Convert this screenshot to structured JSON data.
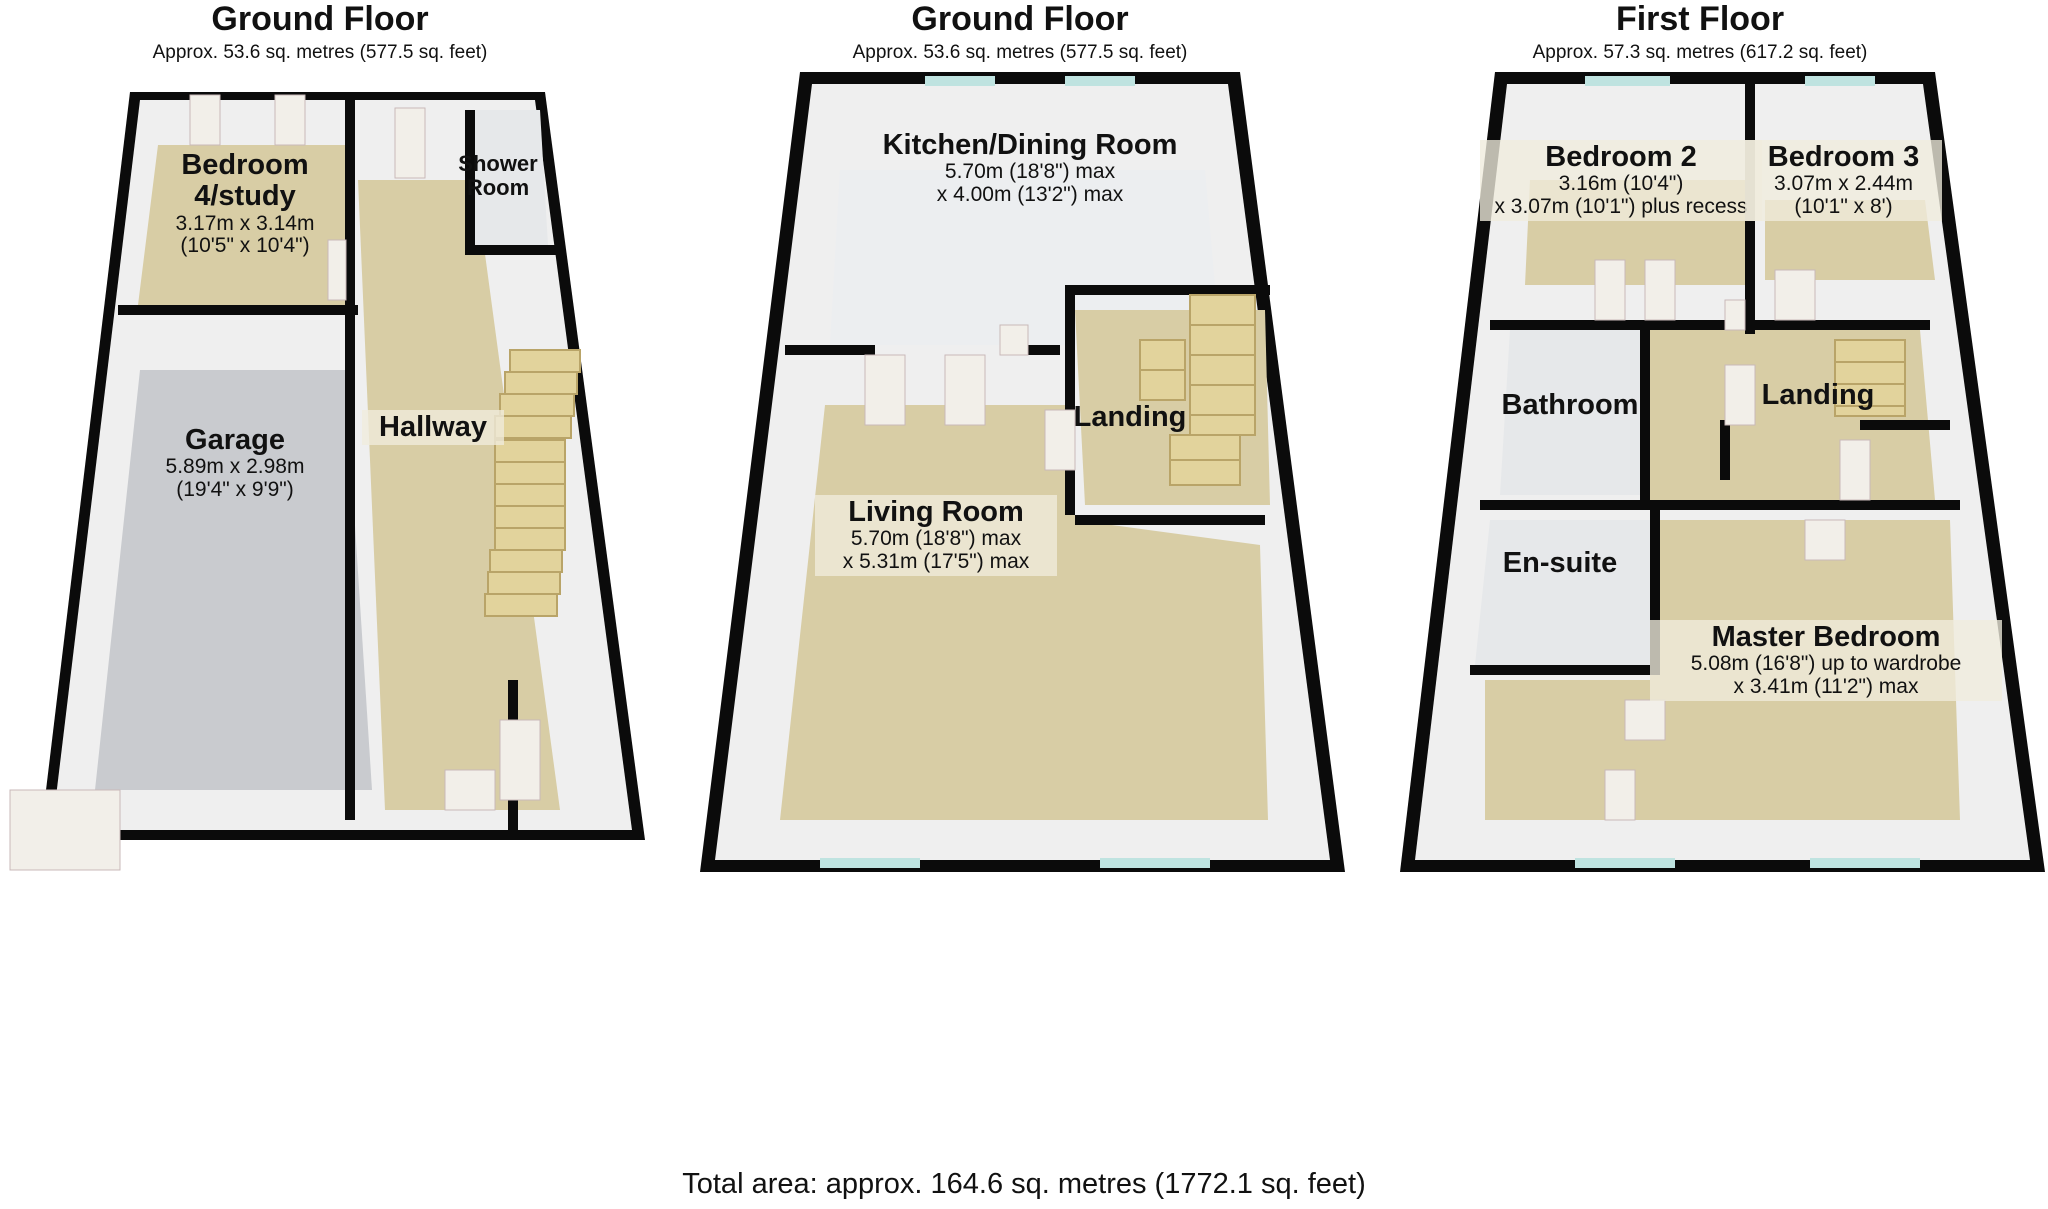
{
  "plans": [
    {
      "title": "Ground Floor",
      "area": "Approx. 53.6 sq. metres (577.5 sq. feet)",
      "rooms": [
        {
          "name": "Bedroom 4/study",
          "dims": [
            "3.17m x 3.14m",
            "(10'5\" x 10'4\")"
          ]
        },
        {
          "name": "Shower Room",
          "dims": []
        },
        {
          "name": "Garage",
          "dims": [
            "5.89m x 2.98m",
            "(19'4\" x 9'9\")"
          ]
        },
        {
          "name": "Hallway",
          "dims": []
        }
      ]
    },
    {
      "title": "Ground Floor",
      "area": "Approx. 53.6 sq. metres (577.5 sq. feet)",
      "rooms": [
        {
          "name": "Kitchen/Dining Room",
          "dims": [
            "5.70m (18'8\") max",
            "x 4.00m (13'2\") max"
          ]
        },
        {
          "name": "Landing",
          "dims": []
        },
        {
          "name": "Living Room",
          "dims": [
            "5.70m (18'8\") max",
            "x 5.31m (17'5\") max"
          ]
        }
      ]
    },
    {
      "title": "First Floor",
      "area": "Approx. 57.3 sq. metres (617.2 sq. feet)",
      "rooms": [
        {
          "name": "Bedroom 2",
          "dims": [
            "3.16m (10'4\")",
            "x 3.07m (10'1\") plus recess"
          ]
        },
        {
          "name": "Bedroom 3",
          "dims": [
            "3.07m x 2.44m",
            "(10'1\" x 8')"
          ]
        },
        {
          "name": "Bathroom",
          "dims": []
        },
        {
          "name": "Landing",
          "dims": []
        },
        {
          "name": "En-suite",
          "dims": []
        },
        {
          "name": "Master Bedroom",
          "dims": [
            "5.08m (16'8\") up to wardrobe",
            "x 3.41m (11'2\") max"
          ]
        }
      ]
    }
  ],
  "total": "Total area: approx. 164.6 sq. metres (1772.1 sq. feet)",
  "colors": {
    "wall": "#0b0b0b",
    "wall_inner": "#efefef",
    "carpet": "#d8cda5",
    "concrete": "#c9cbcf",
    "tile": "#e6e8ea",
    "window": "#bfe3e0",
    "stair": "#e2d39c"
  }
}
